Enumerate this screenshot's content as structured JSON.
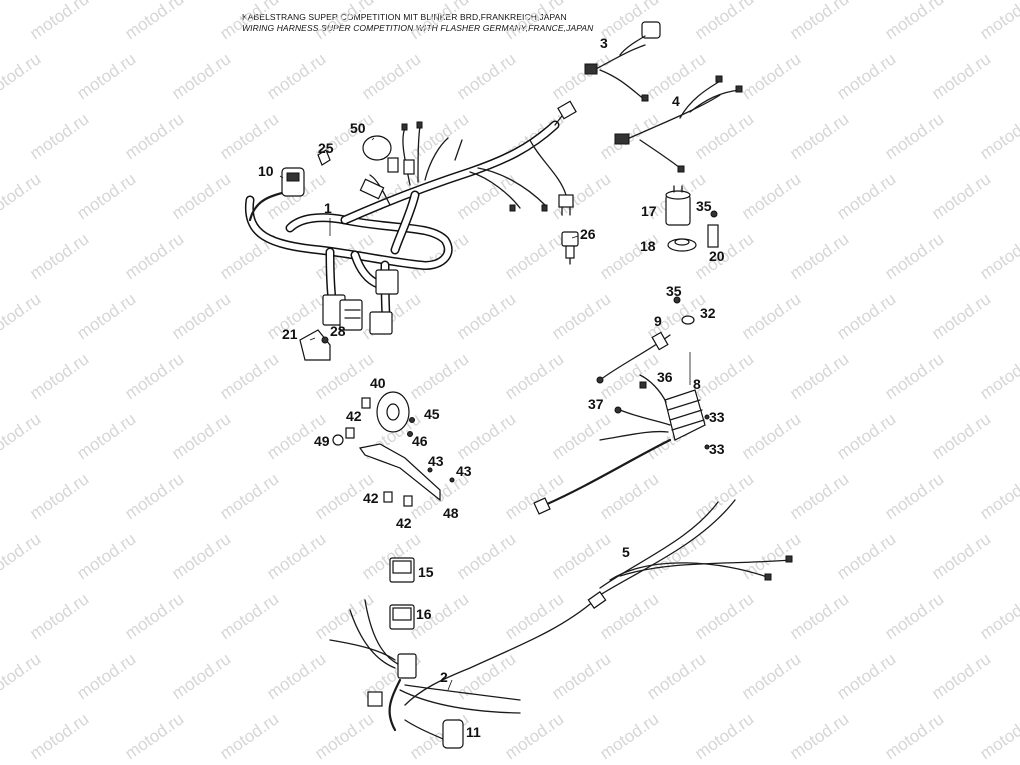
{
  "title": {
    "line_de": "KABELSTRANG SUPER COMPETITION MIT BLINKER BRD,FRANKREICH,JAPAN",
    "line_en": "WIRING HARNESS SUPER COMPETITION WITH FLASHER GERMANY,FRANCE,JAPAN"
  },
  "watermark": "motod.ru",
  "colors": {
    "line": "#1a1a1a",
    "watermark": "#d6d6d6",
    "background": "#ffffff"
  },
  "callouts": {
    "c1": "1",
    "c2": "2",
    "c3": "3",
    "c4": "4",
    "c5": "5",
    "c8": "8",
    "c9": "9",
    "c10": "10",
    "c11": "11",
    "c15": "15",
    "c16": "16",
    "c17": "17",
    "c18": "18",
    "c20": "20",
    "c21": "21",
    "c25": "25",
    "c26": "26",
    "c28": "28",
    "c32": "32",
    "c33a": "33",
    "c33b": "33",
    "c35a": "35",
    "c35b": "35",
    "c36": "36",
    "c37": "37",
    "c40": "40",
    "c42a": "42",
    "c42b": "42",
    "c42c": "42",
    "c43a": "43",
    "c43b": "43",
    "c45": "45",
    "c46": "46",
    "c48": "48",
    "c49": "49",
    "c50": "50"
  }
}
